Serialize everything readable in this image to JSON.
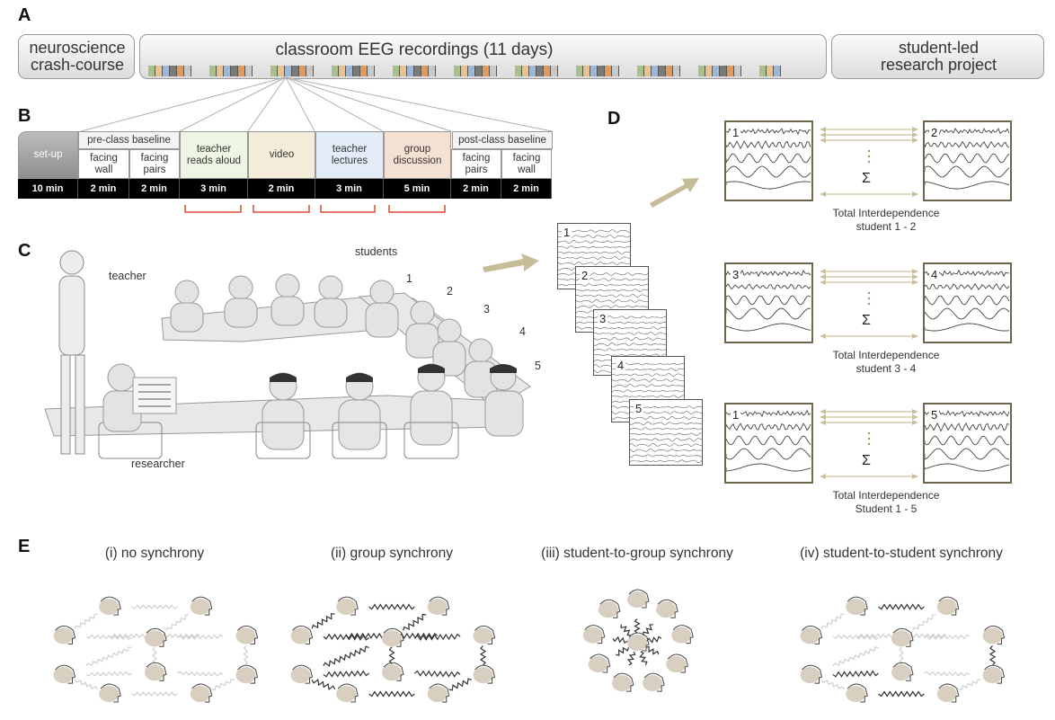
{
  "panel_letters": {
    "a": "A",
    "b": "B",
    "c": "C",
    "d": "D",
    "e": "E"
  },
  "timeline": {
    "left_label": "neuroscience\ncrash-course",
    "middle_label": "classroom EEG recordings (11 days)",
    "right_label": "student-led\nresearch project",
    "day_count": 11,
    "day_colors": [
      "#a8c08a",
      "#e8c28a",
      "#9db8d6",
      "#7a7a7a",
      "#e19a5e",
      "#c8c8c8"
    ]
  },
  "schedule": {
    "setup": {
      "label": "set-up",
      "duration": "10 min"
    },
    "pre_class_header": "pre-class baseline",
    "post_class_header": "post-class baseline",
    "segments": [
      {
        "label": "facing\nwall",
        "duration": "2 min",
        "color": "#ffffff"
      },
      {
        "label": "facing\npairs",
        "duration": "2 min",
        "color": "#ffffff"
      },
      {
        "label": "teacher\nreads aloud",
        "duration": "3 min",
        "color": "#eef5e3"
      },
      {
        "label": "video",
        "duration": "2 min",
        "color": "#f3ecd9"
      },
      {
        "label": "teacher\nlectures",
        "duration": "3 min",
        "color": "#e3edf7"
      },
      {
        "label": "group\ndiscussion",
        "duration": "5 min",
        "color": "#f5e1d3"
      },
      {
        "label": "facing\npairs",
        "duration": "2 min",
        "color": "#ffffff"
      },
      {
        "label": "facing\nwall",
        "duration": "2 min",
        "color": "#ffffff"
      }
    ]
  },
  "classroom": {
    "teacher_label": "teacher",
    "students_label": "students",
    "researcher_label": "researcher",
    "student_numbers": [
      "1",
      "2",
      "3",
      "4",
      "5"
    ]
  },
  "eeg_stack": {
    "numbers": [
      "1",
      "2",
      "3",
      "4",
      "5"
    ]
  },
  "interdependence": {
    "pairs": [
      {
        "left": "1",
        "right": "2",
        "caption": "Total Interdependence\nstudent 1 - 2"
      },
      {
        "left": "3",
        "right": "4",
        "caption": "Total Interdependence\nstudent 3 - 4"
      },
      {
        "left": "1",
        "right": "5",
        "caption": "Total Interdependence\nStudent 1 - 5"
      }
    ],
    "sum_symbol": "Σ",
    "box_color": "#6f6650",
    "arrow_color": "#c9c0a0"
  },
  "synchrony": {
    "titles": [
      "(i) no synchrony",
      "(ii) group synchrony",
      "(iii) student-to-group synchrony",
      "(iv) student-to-student synchrony"
    ],
    "head_color": "#d8cfc0",
    "weak_link_color": "#cfcfcf",
    "strong_link_color": "#333333"
  }
}
